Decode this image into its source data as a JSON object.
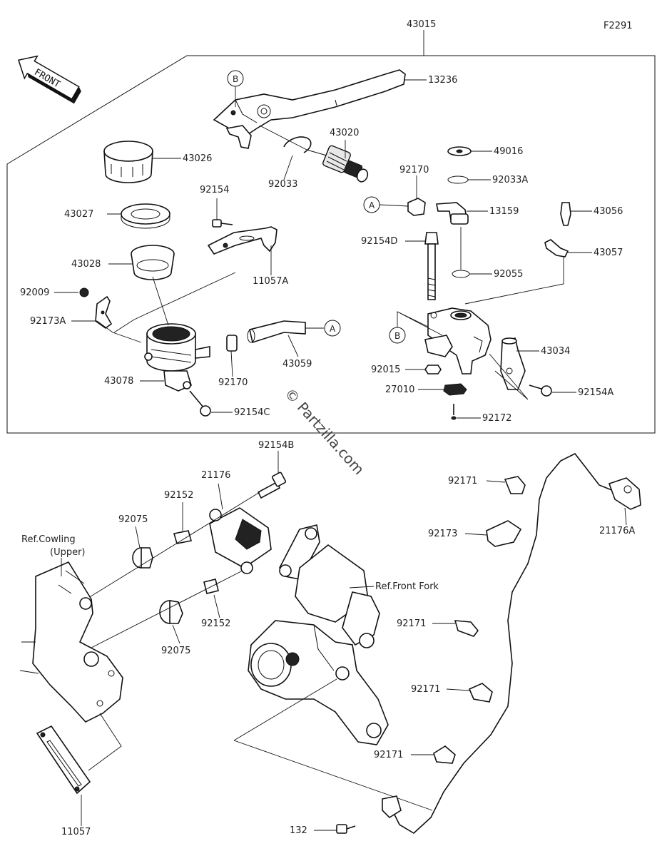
{
  "figure_code": "F2291",
  "front_badge": "FRONT",
  "watermark": "© Partzilla.com",
  "refs": {
    "cowling": [
      "Ref.Cowling",
      "(Upper)"
    ],
    "fork": "Ref.Front Fork"
  },
  "callouts": {
    "a": "A",
    "b": "B"
  },
  "parts": {
    "p43015": "43015",
    "p13236": "13236",
    "p43020": "43020",
    "p43026": "43026",
    "p92033": "92033",
    "p49016": "49016",
    "p92033A": "92033A",
    "p92170a": "92170",
    "p13159": "13159",
    "p43056": "43056",
    "p92154": "92154",
    "p43027": "43027",
    "p92154D": "92154D",
    "p43057": "43057",
    "p43028": "43028",
    "p11057A": "11057A",
    "p92055": "92055",
    "p92009": "92009",
    "p92173A": "92173A",
    "p43034": "43034",
    "p92015": "92015",
    "p43078": "43078",
    "p92170b": "92170",
    "p43059": "43059",
    "p27010": "27010",
    "p92154A": "92154A",
    "p92154C": "92154C",
    "p92172": "92172",
    "p92154B": "92154B",
    "p21176": "21176",
    "p92171a": "92171",
    "p92152a": "92152",
    "p92075a": "92075",
    "p21176A": "21176A",
    "p92173": "92173",
    "p92171b": "92171",
    "p92152b": "92152",
    "p92075b": "92075",
    "p92171c": "92171",
    "p92171d": "92171",
    "p11057": "11057",
    "p132": "132"
  }
}
